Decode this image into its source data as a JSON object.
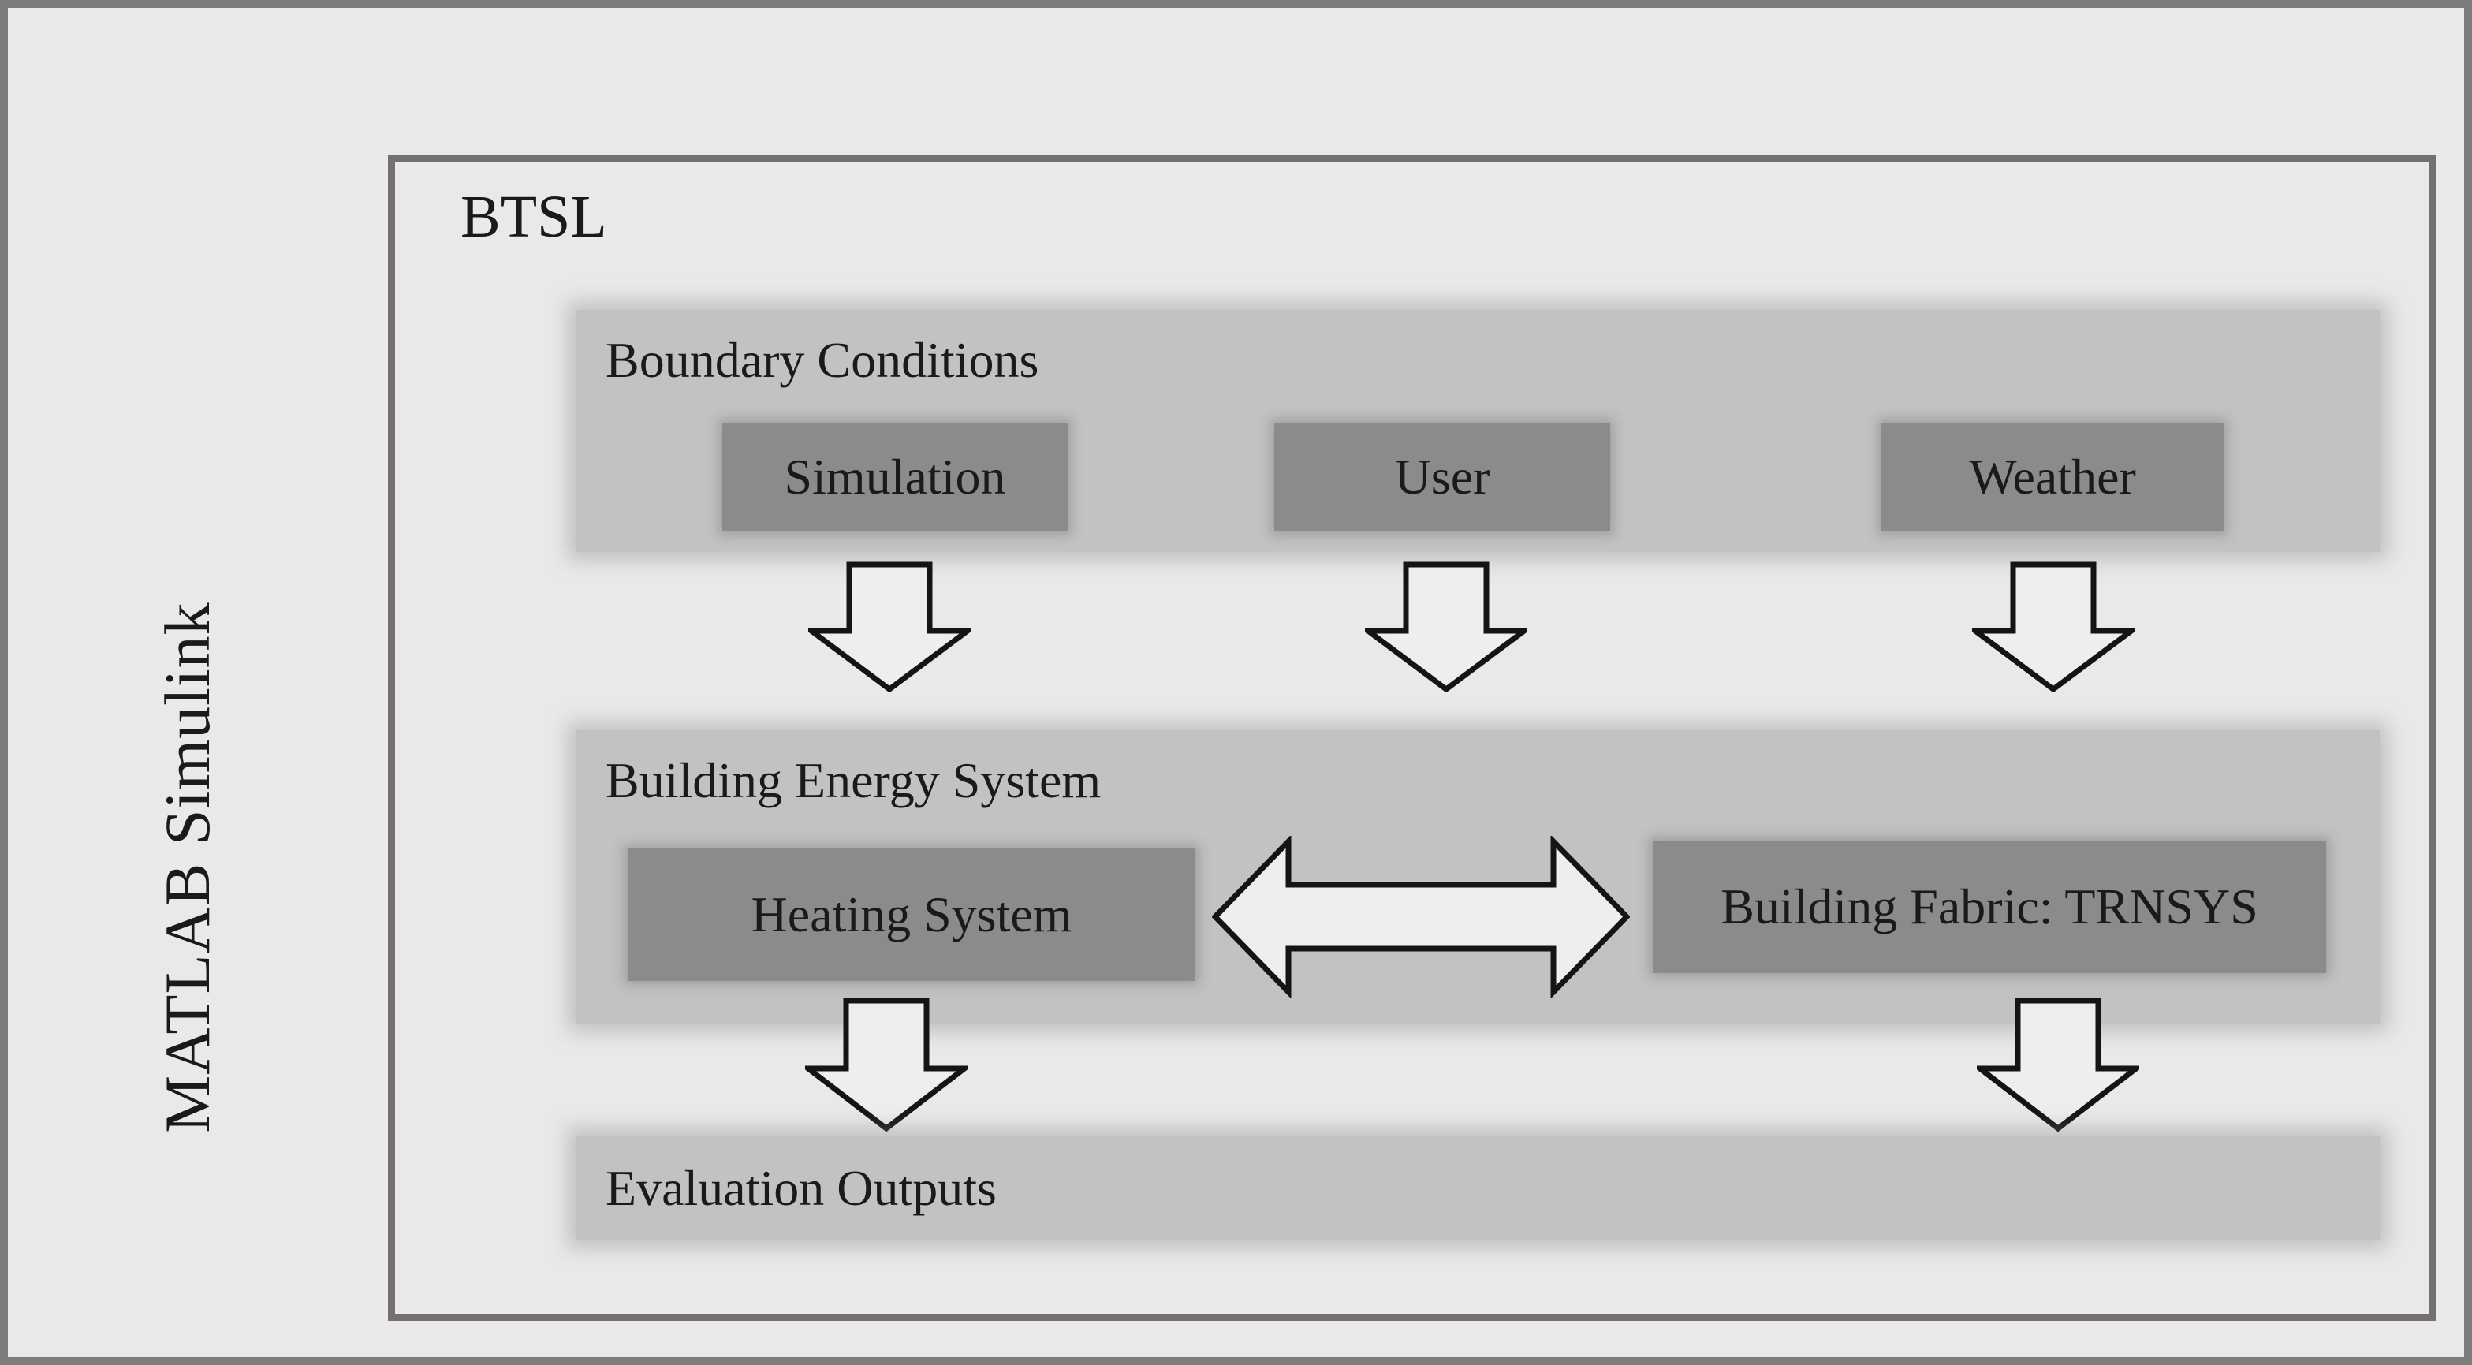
{
  "frame": {
    "label": "MATLAB Simulink"
  },
  "btsl": {
    "label": "BTSL"
  },
  "sections": [
    {
      "title": "Boundary Conditions",
      "nodes": [
        "Simulation",
        "User",
        "Weather"
      ]
    },
    {
      "title": "Building Energy System",
      "nodes": [
        "Heating System",
        "Building Fabric: TRNSYS"
      ]
    },
    {
      "title": "Evaluation Outputs",
      "nodes": []
    }
  ],
  "icons": {
    "down_arrow": "down-block-arrow",
    "double_arrow": "left-right-block-arrow"
  },
  "colors": {
    "background": "#e9e9e9",
    "outer_border": "#7d7d7d",
    "inner_border": "#756f6f",
    "band_fill": "#c2c2c2",
    "node_fill": "#8b8b8b",
    "arrow_fill": "#eeeeee",
    "arrow_stroke": "#141414",
    "text": "#1a1a1a"
  }
}
